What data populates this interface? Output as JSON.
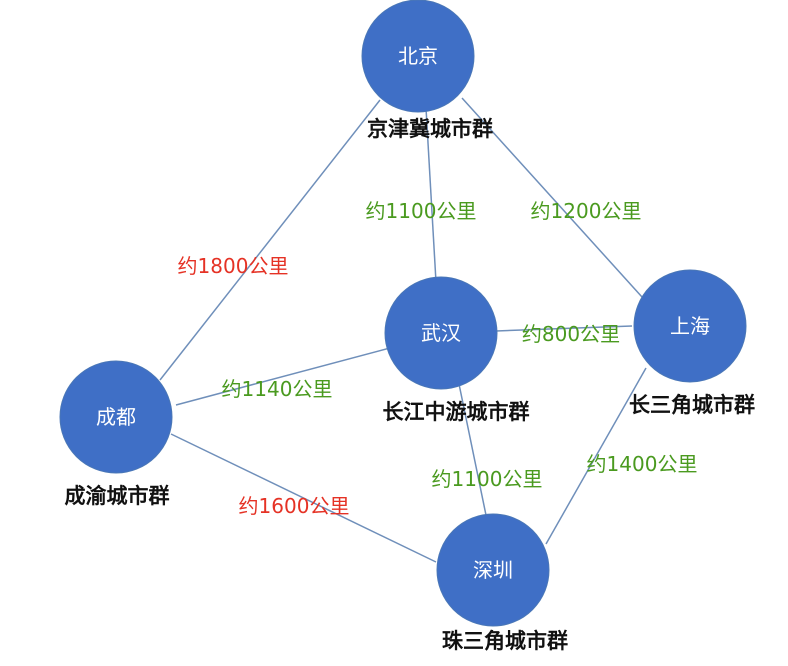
{
  "colors": {
    "node_fill": "#3f6fc6",
    "edge": "#6f8fba",
    "near_distance": "#4a9a1f",
    "far_distance": "#e53225",
    "region_text": "#111111"
  },
  "nodes": {
    "beijing": {
      "name": "北京",
      "region": "京津冀城市群"
    },
    "wuhan": {
      "name": "武汉",
      "region": "长江中游城市群"
    },
    "shanghai": {
      "name": "上海",
      "region": "长三角城市群"
    },
    "chengdu": {
      "name": "成都",
      "region": "成渝城市群"
    },
    "shenzhen": {
      "name": "深圳",
      "region": "珠三角城市群"
    }
  },
  "edges": {
    "beijing_chengdu": {
      "label": "约1800公里",
      "color": "#e53225"
    },
    "beijing_wuhan": {
      "label": "约1100公里",
      "color": "#4a9a1f"
    },
    "beijing_shanghai": {
      "label": "约1200公里",
      "color": "#4a9a1f"
    },
    "wuhan_shanghai": {
      "label": "约800公里",
      "color": "#4a9a1f"
    },
    "chengdu_wuhan": {
      "label": "约1140公里",
      "color": "#4a9a1f"
    },
    "wuhan_shenzhen": {
      "label": "约1100公里",
      "color": "#4a9a1f"
    },
    "shanghai_shenzhen": {
      "label": "约1400公里",
      "color": "#4a9a1f"
    },
    "chengdu_shenzhen": {
      "label": "约1600公里",
      "color": "#e53225"
    }
  }
}
